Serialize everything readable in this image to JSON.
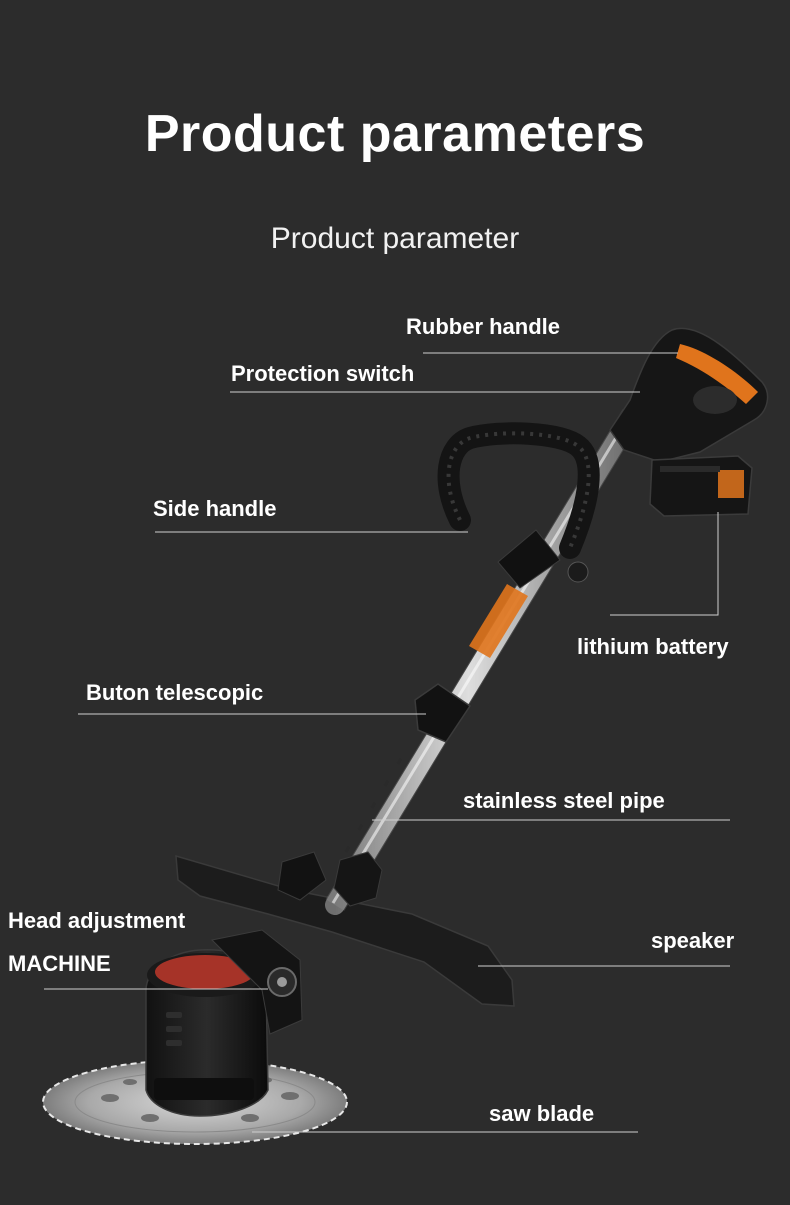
{
  "page": {
    "title": "Product parameters",
    "subtitle": "Product parameter"
  },
  "labels": {
    "rubber_handle": "Rubber handle",
    "protection_switch": "Protection switch",
    "side_handle": "Side handle",
    "lithium_battery": "lithium battery",
    "buton_telescopic": "Buton telescopic",
    "stainless_steel_pipe": "stainless steel pipe",
    "head_adjustment": "Head adjustment",
    "machine": "MACHINE",
    "speaker": "speaker",
    "saw_blade": "saw blade"
  },
  "colors": {
    "background": "#2c2c2c",
    "accent_orange": "#e0741c",
    "leader_line": "#cfcfcf"
  }
}
